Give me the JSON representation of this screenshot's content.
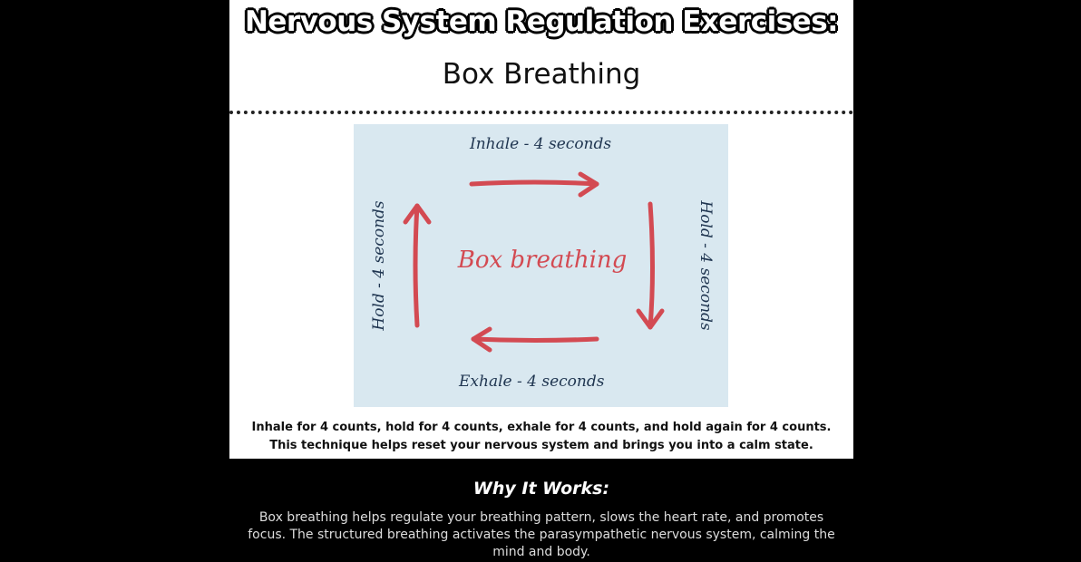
{
  "header": {
    "title": "Nervous System Regulation Exercises:",
    "subtitle": "Box Breathing"
  },
  "diagram": {
    "center_label": "Box breathing",
    "top_label": "Inhale - 4 seconds",
    "right_label": "Hold - 4 seconds",
    "bottom_label": "Exhale - 4 seconds",
    "left_label": "Hold - 4 seconds",
    "background_color": "#d9e8f0",
    "arrow_color": "#d34a52",
    "text_color": "#1f3550"
  },
  "instructions": {
    "line1": "Inhale for 4 counts, hold for 4 counts, exhale for 4 counts, and hold again for 4 counts.",
    "line2": "This technique helps reset your nervous system and brings you into a calm state."
  },
  "why": {
    "title": "Why It Works:",
    "body": "Box breathing helps regulate your breathing pattern, slows the heart rate, and promotes focus. The structured breathing activates the parasympathetic nervous system, calming the mind and body."
  }
}
